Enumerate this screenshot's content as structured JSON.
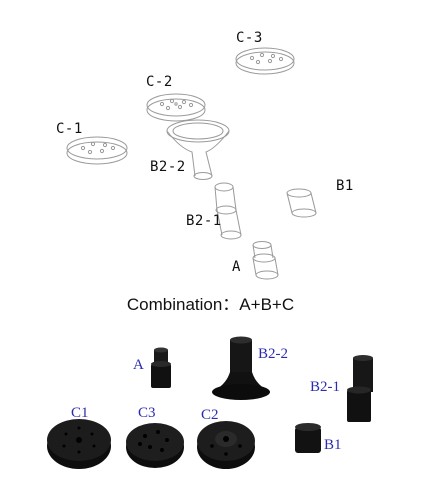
{
  "diagram": {
    "labels": {
      "c1": "C-1",
      "c2": "C-2",
      "c3": "C-3",
      "b2_2": "B2-2",
      "b2_1": "B2-1",
      "b1": "B1",
      "a": "A"
    }
  },
  "combination_text": "Combination：A+B+C",
  "photo": {
    "labels": {
      "a": "A",
      "b2_2": "B2-2",
      "b2_1": "B2-1",
      "c1": "C1",
      "c3": "C3",
      "c2": "C2",
      "b1": "B1"
    }
  },
  "colors": {
    "line": "#9a9a9a",
    "part": "#111111",
    "label_blue": "#2b2bb0"
  }
}
